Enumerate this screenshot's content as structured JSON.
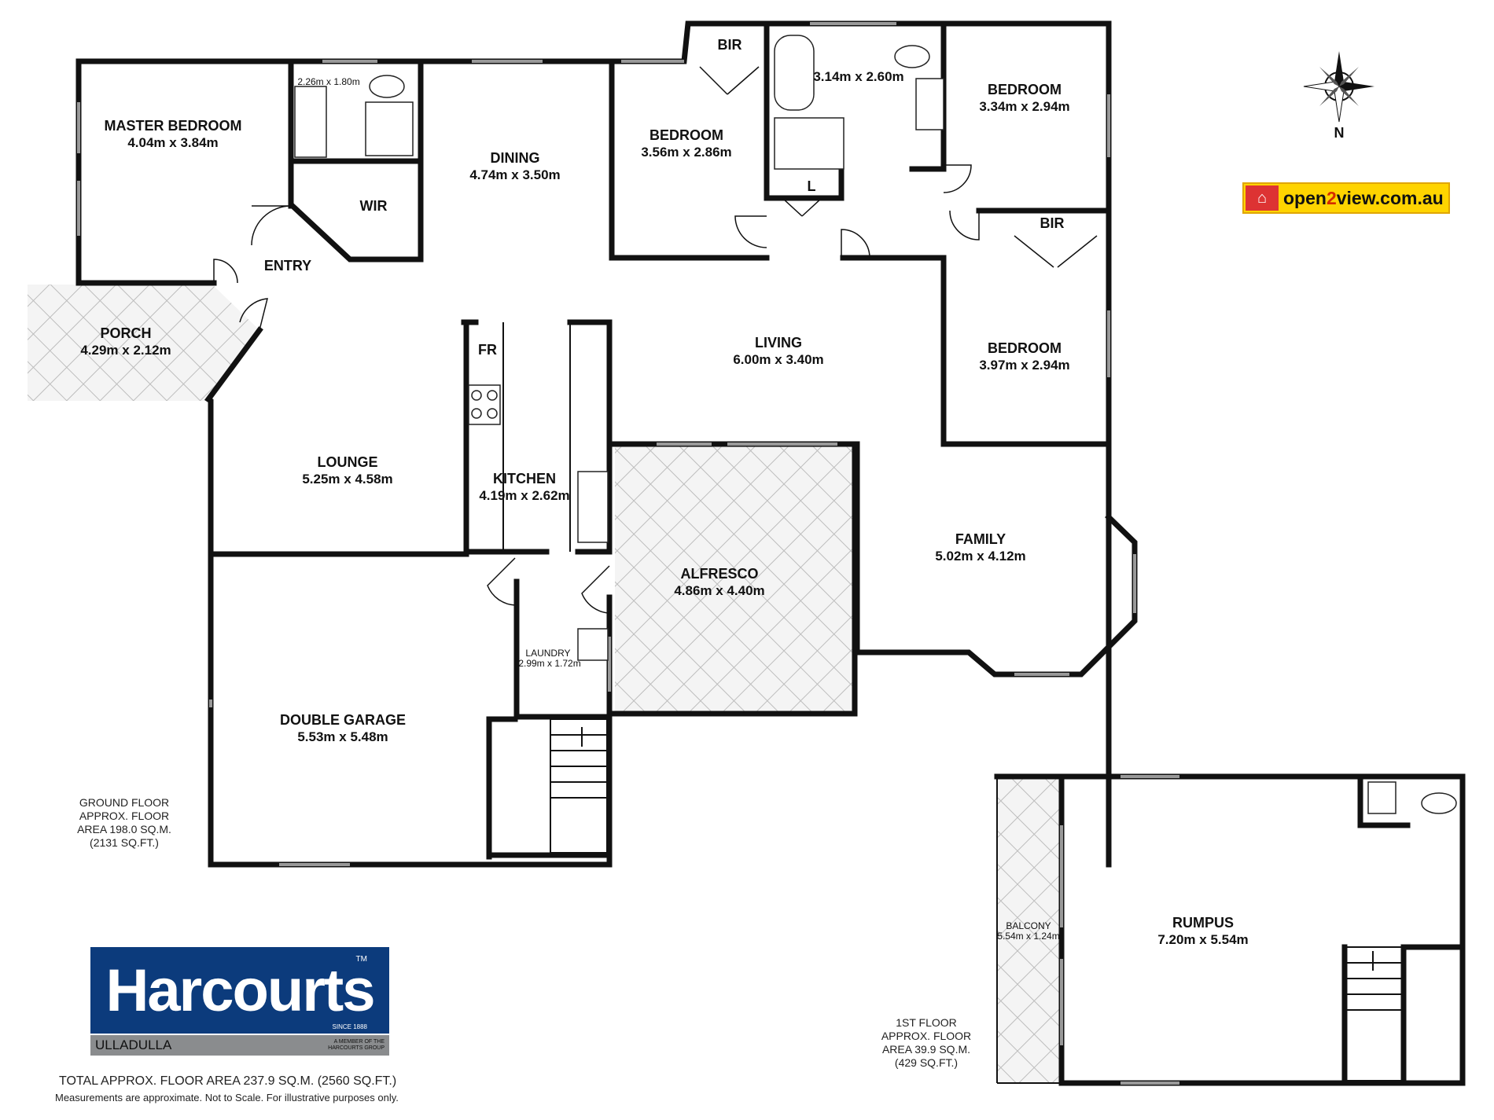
{
  "rooms": {
    "master_bedroom": {
      "name": "MASTER BEDROOM",
      "dim": "4.04m x 3.84m"
    },
    "ensuite": {
      "dim": "2.26m x 1.80m"
    },
    "wir": {
      "name": "WIR"
    },
    "dining": {
      "name": "DINING",
      "dim": "4.74m x 3.50m"
    },
    "bir_1": {
      "name": "BIR"
    },
    "bedroom_2": {
      "name": "BEDROOM",
      "dim": "3.56m x 2.86m"
    },
    "bathroom": {
      "dim": "3.14m x 2.60m"
    },
    "linen": {
      "name": "L"
    },
    "bedroom_3": {
      "name": "BEDROOM",
      "dim": "3.34m x 2.94m"
    },
    "bir_2": {
      "name": "BIR"
    },
    "bedroom_4": {
      "name": "BEDROOM",
      "dim": "3.97m x 2.94m"
    },
    "entry": {
      "name": "ENTRY"
    },
    "porch": {
      "name": "PORCH",
      "dim": "4.29m x 2.12m"
    },
    "fridge": {
      "name": "FR"
    },
    "living": {
      "name": "LIVING",
      "dim": "6.00m x 3.40m"
    },
    "lounge": {
      "name": "LOUNGE",
      "dim": "5.25m x 4.58m"
    },
    "kitchen": {
      "name": "KITCHEN",
      "dim": "4.19m x 2.62m"
    },
    "alfresco": {
      "name": "ALFRESCO",
      "dim": "4.86m x 4.40m"
    },
    "family": {
      "name": "FAMILY",
      "dim": "5.02m x 4.12m"
    },
    "laundry": {
      "name": "LAUNDRY",
      "dim": "2.99m x 1.72m"
    },
    "garage": {
      "name": "DOUBLE GARAGE",
      "dim": "5.53m x 5.48m"
    },
    "balcony": {
      "name": "BALCONY",
      "dim": "5.54m x 1.24m"
    },
    "rumpus": {
      "name": "RUMPUS",
      "dim": "7.20m x 5.54m"
    }
  },
  "ground_floor_note": [
    "GROUND FLOOR",
    "APPROX. FLOOR",
    "AREA 198.0 SQ.M.",
    "(2131 SQ.FT.)"
  ],
  "first_floor_note": [
    "1ST FLOOR",
    "APPROX. FLOOR",
    "AREA 39.9 SQ.M.",
    "(429 SQ.FT.)"
  ],
  "compass": {
    "label": "N"
  },
  "open2view": {
    "prefix": "open",
    "two": "2",
    "suffix": "view.com.au"
  },
  "harcourts": {
    "name": "Harcourts",
    "tm": "TM",
    "since": "SINCE 1888",
    "branch": "ULLADULLA",
    "member": "A MEMBER OF THE HARCOURTS GROUP"
  },
  "total_area": "TOTAL APPROX. FLOOR AREA 237.9 SQ.M. (2560 SQ.FT.)",
  "disclaimer": "Measurements are approximate. Not to Scale. For illustrative purposes only.",
  "colors": {
    "wall": "#111111",
    "harcourts_blue": "#0c3b7c",
    "open2view_yellow": "#ffd400"
  }
}
